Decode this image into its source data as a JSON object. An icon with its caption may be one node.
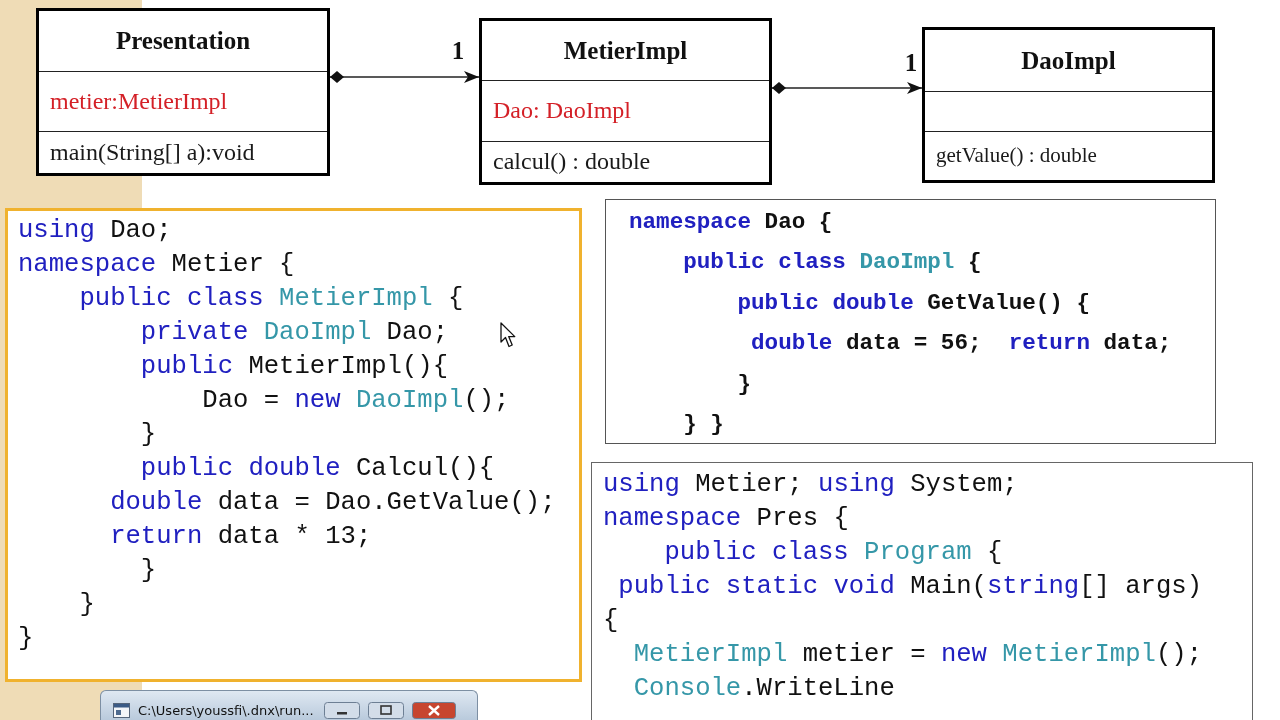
{
  "diagram": {
    "nodes": [
      {
        "text": [
          "Presentation",
          "metier:MetierImpl",
          "main(String[] a):void"
        ]
      },
      {
        "text": [
          "MetierImpl",
          "Dao: DaoImpl",
          "calcul() : double"
        ]
      },
      {
        "text": [
          "DaoImpl",
          "getValue() : double"
        ]
      },
      {
        "text": [
          "using Dao;",
          "namespace Metier {",
          "public class MetierImpl {",
          "private DaoImpl Dao;",
          "public MetierImpl(){",
          "Dao = new DaoImpl();",
          "}",
          "public double Calcul(){",
          "double data = Dao.GetValue();",
          "return data * 13;",
          "}",
          "}",
          "}"
        ]
      },
      {
        "text": [
          "namespace Dao {",
          "public class DaoImpl {",
          "public double GetValue() {",
          "double data = 56;  return data;",
          "}",
          "} }"
        ]
      },
      {
        "text": [
          "using Metier; using System;",
          "namespace Pres {",
          "public class Program {",
          "public static void Main(string[] args)",
          "{",
          "MetierImpl metier = new MetierImpl();",
          "Console.WriteLine"
        ]
      },
      {
        "text": [
          "C:\\Users\\youssfi\\.dnx\\run..."
        ]
      }
    ],
    "edges": [
      {
        "from": 0,
        "to": 1,
        "arrow": "to",
        "label": "1"
      },
      {
        "from": 1,
        "to": 2,
        "arrow": "to",
        "label": "1"
      }
    ]
  }
}
